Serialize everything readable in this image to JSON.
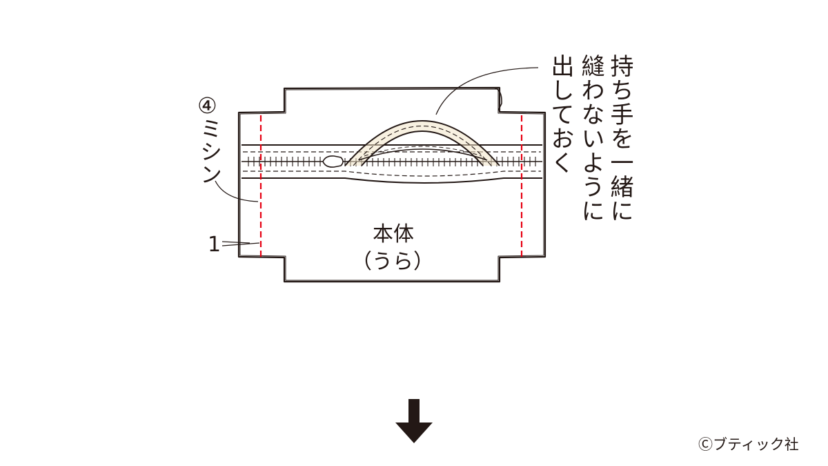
{
  "labels": {
    "step": "④",
    "machine_sewing": "ミシン",
    "seam_allowance": "1",
    "body_line1": "本体",
    "body_line2": "（うら）",
    "handle_note_col1": "持ち手を一緒に",
    "handle_note_col2": "縫わないように",
    "handle_note_col3": "出しておく"
  },
  "credit": "Ⓒブティック社",
  "colors": {
    "outline": "#231815",
    "stitch_line": "#e60012",
    "handle_highlight": "#f3e6c8"
  },
  "icons": {
    "next_step": "arrow-down-icon"
  }
}
